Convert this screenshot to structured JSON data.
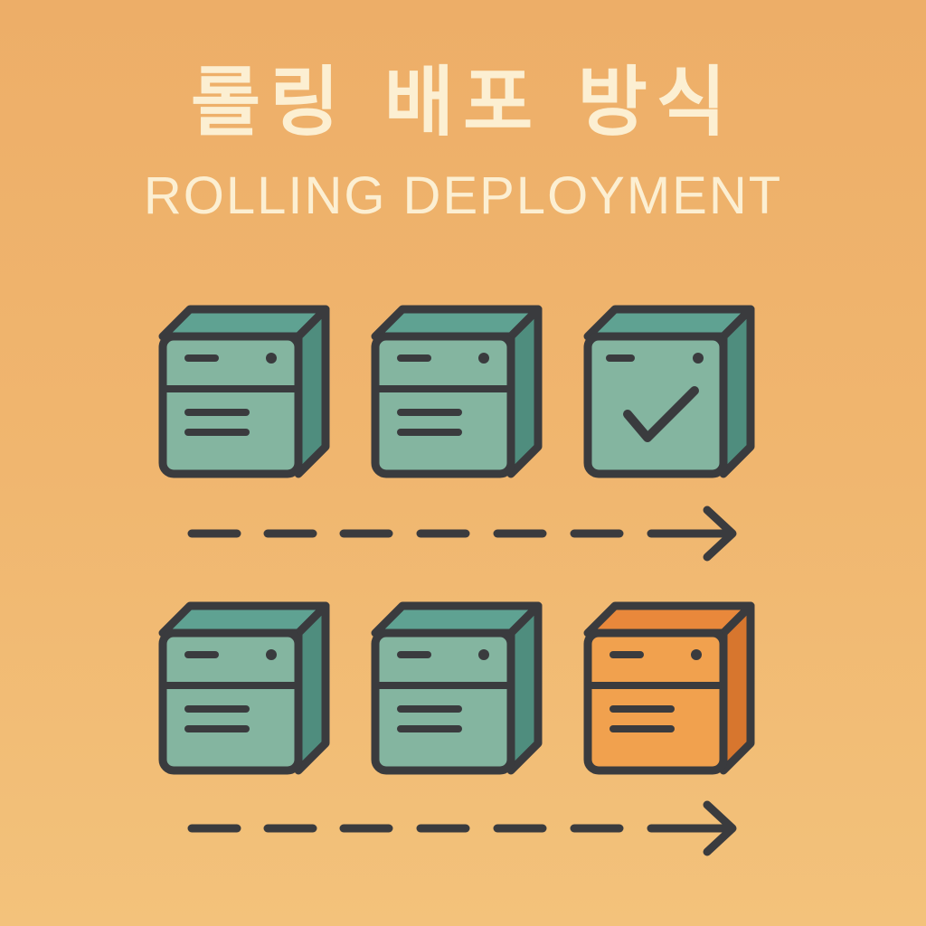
{
  "title": {
    "korean": "롤링 배포 방식",
    "english": "ROLLING DEPLOYMENT"
  },
  "colors": {
    "background_top": "#EDAE68",
    "background_bottom": "#F3C27B",
    "title_text": "#FCEFD2",
    "outline": "#3A3B3E",
    "server_front": "#84B5A0",
    "server_top": "#5FA292",
    "server_side": "#4F8D7E",
    "new_server_front": "#F1A14E",
    "new_server_top": "#E9883B",
    "new_server_side": "#D7762E"
  },
  "rows": [
    {
      "servers": [
        {
          "state": "old",
          "icon": "server-icon"
        },
        {
          "state": "old",
          "icon": "server-icon"
        },
        {
          "state": "updated",
          "icon": "check-icon"
        }
      ],
      "arrow": "dashed-arrow-right-icon"
    },
    {
      "servers": [
        {
          "state": "old",
          "icon": "server-icon"
        },
        {
          "state": "old",
          "icon": "server-icon"
        },
        {
          "state": "deploying",
          "icon": "server-icon"
        }
      ],
      "arrow": "dashed-arrow-right-icon"
    }
  ]
}
